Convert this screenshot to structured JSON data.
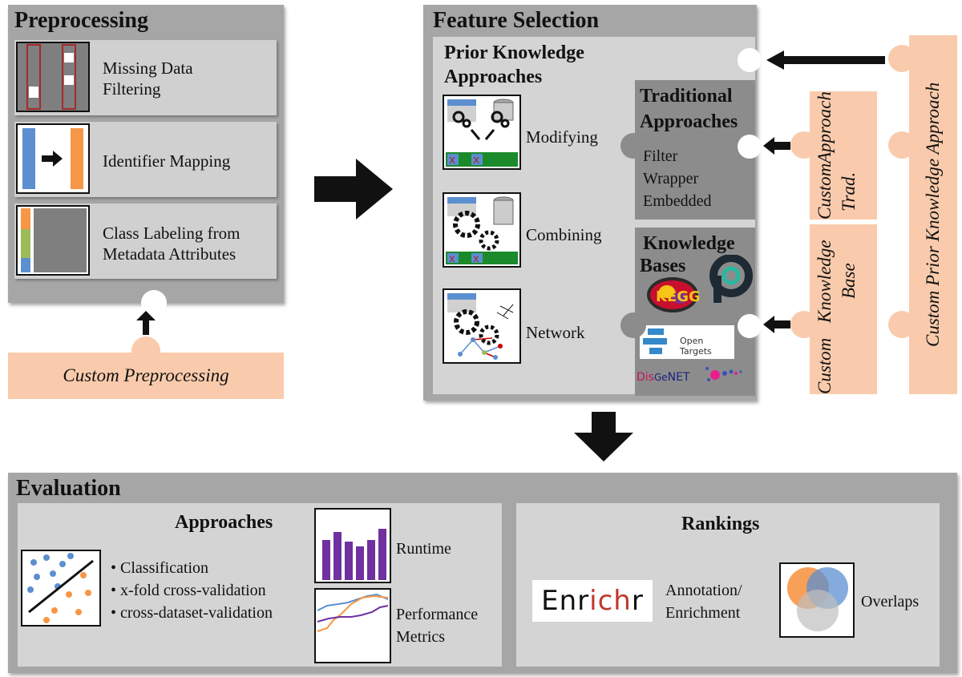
{
  "preprocessing": {
    "title": "Preprocessing",
    "items": [
      {
        "label_line1": "Missing Data",
        "label_line2": "Filtering"
      },
      {
        "label_line1": "Identifier Mapping",
        "label_line2": ""
      },
      {
        "label_line1": "Class Labeling from",
        "label_line2": "Metadata Attributes"
      }
    ],
    "custom": "Custom Preprocessing"
  },
  "feature_selection": {
    "title": "Feature Selection",
    "prior_title_line1": "Prior Knowledge",
    "prior_title_line2": "Approaches",
    "approaches": [
      "Modifying",
      "Combining",
      "Network"
    ],
    "traditional": {
      "title_line1": "Traditional",
      "title_line2": "Approaches",
      "items": [
        "Filter",
        "Wrapper",
        "Embedded"
      ]
    },
    "knowledge_bases": {
      "title_line1": "Knowledge",
      "title_line2": "Bases",
      "logos": {
        "kegg": "KEGG",
        "open_targets": "Open Targets",
        "disgenet_dis": "Dis",
        "disgenet_ge": "Ge",
        "disgenet_net": "NET"
      }
    }
  },
  "custom_side": {
    "trad_line1": "Custom Trad.",
    "trad_line2": "Approach",
    "kb_line1": "Custom",
    "kb_line2": "Knowledge Base",
    "prior": "Custom Prior Knowledge Approach"
  },
  "evaluation": {
    "title": "Evaluation",
    "approaches_title": "Approaches",
    "bullets": [
      "Classification",
      "x-fold cross-validation",
      "cross-dataset-validation"
    ],
    "runtime": "Runtime",
    "perf_line1": "Performance",
    "perf_line2": "Metrics",
    "rankings_title": "Rankings",
    "enrichr": "Enrichr",
    "annotation_line1": "Annotation/",
    "annotation_line2": "Enrichment",
    "overlaps": "Overlaps"
  },
  "colors": {
    "blue": "#5b8fd0",
    "orange": "#f79646",
    "green": "#9bbb59",
    "purple": "#7030a0",
    "salmon": "#f9cbac",
    "darkred": "#a52a2a"
  }
}
